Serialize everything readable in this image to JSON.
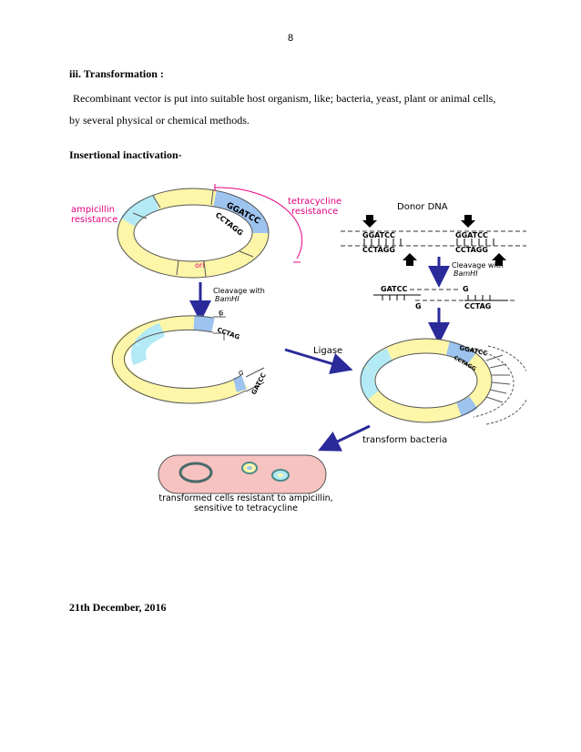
{
  "page": {
    "number": "8",
    "section_heading": "iii. Transformation  :",
    "paragraph_line1": "Recombinant vector is put into suitable host organism, like; bacteria, yeast, plant or animal cells,",
    "paragraph_line2": "by several physical  or chemical  methods.",
    "subheading": "Insertional inactivation-",
    "footer_date": "21th December, 2016"
  },
  "figure": {
    "ampicillin_line1": "ampicillin",
    "ampicillin_line2": "resistance",
    "tetracycline_line1": "tetracycline",
    "tetracycline_line2": "resistance",
    "ori_label": "ori",
    "site_top": "GGATCC",
    "site_bottom": "CCTAGG",
    "cleavage_left_line1": "Cleavage with",
    "cleavage_left_line2": "BamHI",
    "donor_label": "Donor DNA",
    "donor_top_left": "GGATCC",
    "donor_top_right": "GGATCC",
    "donor_bottom_left": "CCTAGG",
    "donor_bottom_right": "CCTAGG",
    "cleavage_right_line1": "Cleavage with",
    "cleavage_right_line2": "BamHI",
    "fragment_top": "GATCC",
    "fragment_top_end": "G",
    "fragment_bottom_start": "G",
    "fragment_bottom": "CCTAG",
    "ligase_label": "Ligase",
    "transform_label": "transform bacteria",
    "result_line1": "transformed cells resistant to ampicillin,",
    "result_line2": "sensitive to tetracycline",
    "colors": {
      "ampicillin_segment": "#b3eaf5",
      "tetracycline_segment": "#9dc3ef",
      "backbone": "#fdf6a8",
      "label_pink": "#e6007e",
      "arrow_blue": "#2a2a9a",
      "cell_fill": "#f7c3c0"
    }
  }
}
